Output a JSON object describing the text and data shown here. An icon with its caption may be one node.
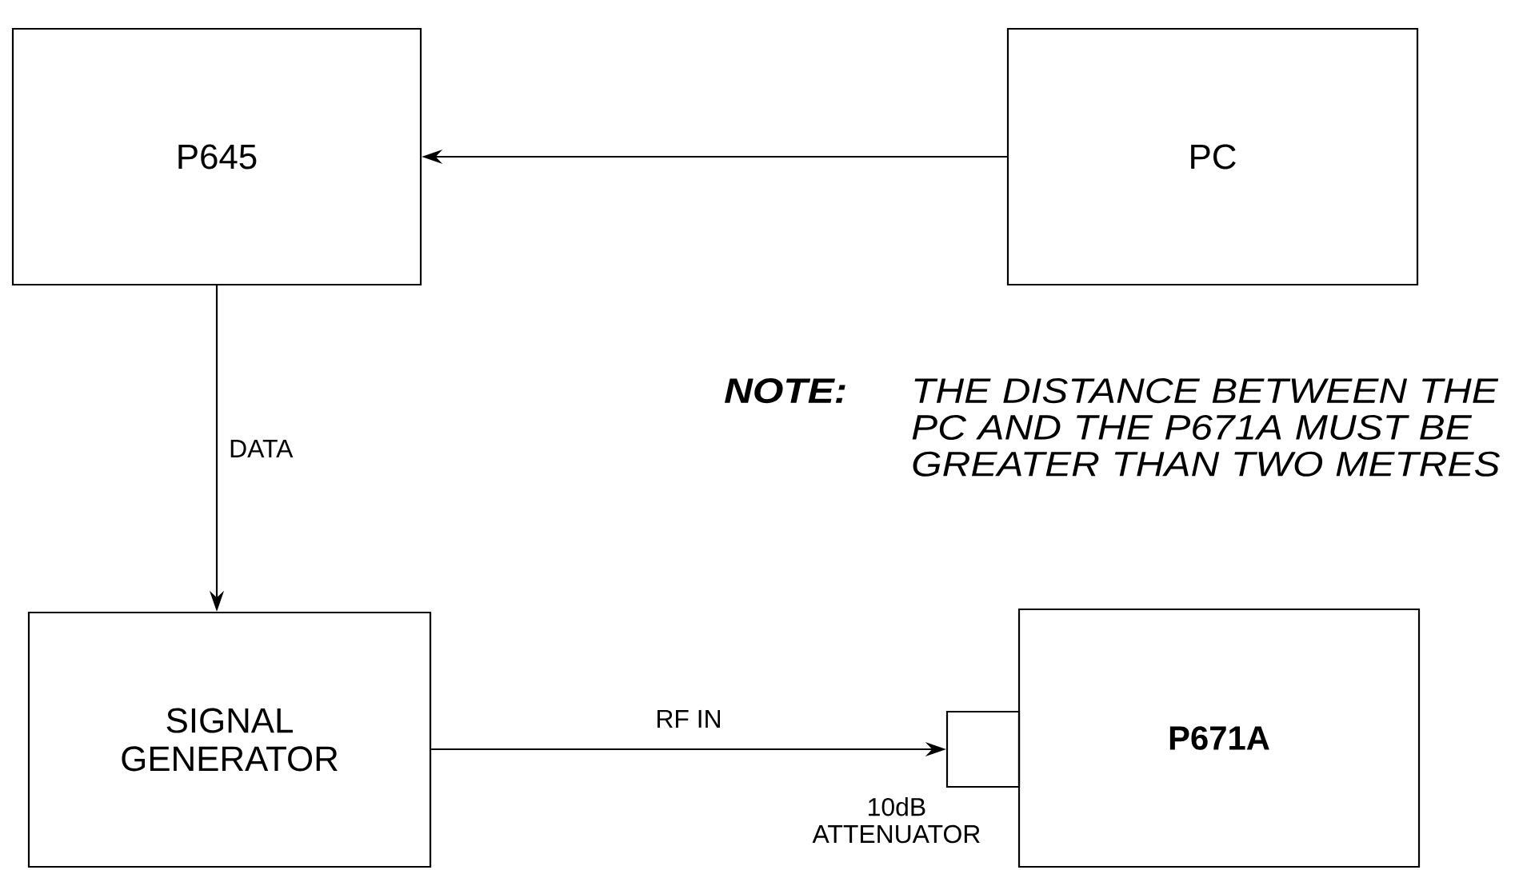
{
  "diagram": {
    "nodes": [
      {
        "text": [
          "P645"
        ]
      },
      {
        "text": [
          "PC"
        ]
      },
      {
        "text": [
          "SIGNAL GENERATOR"
        ]
      },
      {
        "text": [],
        "shape": "box",
        "beside": [
          "10dB ATTENUATOR"
        ]
      },
      {
        "text": [
          "P671A"
        ]
      }
    ],
    "edges": [
      {
        "from": 1,
        "to": 0,
        "arrow": "to"
      },
      {
        "from": 0,
        "to": 2,
        "arrow": "to",
        "label": "DATA"
      },
      {
        "from": 2,
        "to": 3,
        "arrow": "to",
        "label": "RF IN"
      }
    ],
    "labels": [
      "NOTE:",
      "THE DISTANCE BETWEEN THE PC AND THE P671A MUST BE GREATER THAN TWO METRES"
    ]
  }
}
